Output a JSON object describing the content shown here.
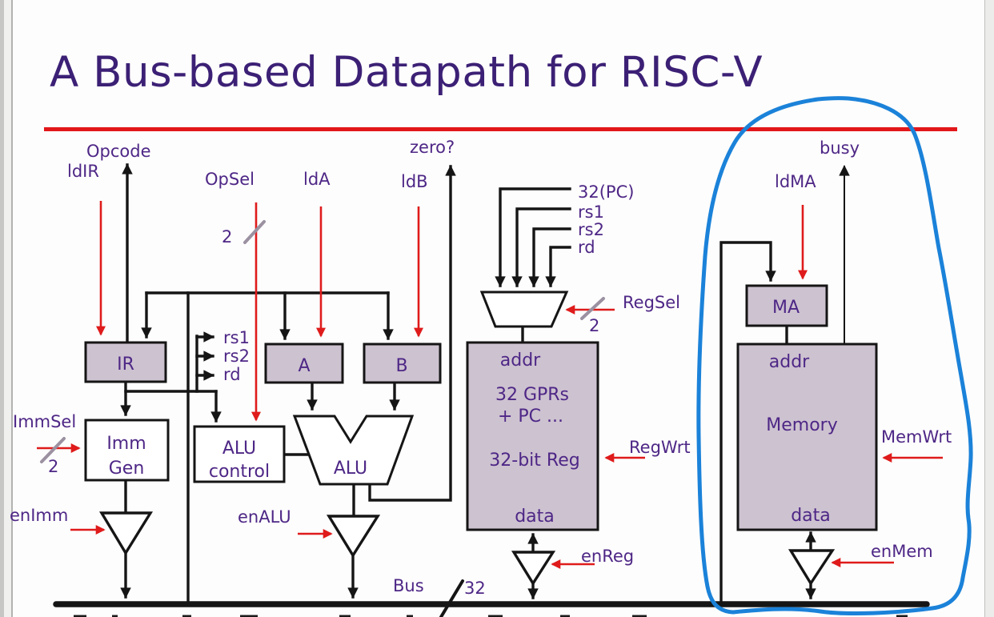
{
  "page": {
    "title": "A Bus-based Datapath for RISC-V"
  },
  "colors": {
    "title_purple": "#3c2075",
    "label_purple": "#4e2786",
    "box_fill": "#cdc2d0",
    "wire_black": "#151515",
    "control_red": "#df1b1b",
    "rule_red": "#e2171a",
    "annotation_blue": "#1b82d9",
    "slash_gray": "#9b91a1"
  },
  "labels": {
    "opcode": "Opcode",
    "ld_ir": "ldIR",
    "op_sel": "OpSel",
    "ld_a": "ldA",
    "ld_b": "ldB",
    "zero": "zero?",
    "busy": "busy",
    "ld_ma": "ldMA",
    "pc_32": "32(PC)",
    "rs1": "rs1",
    "rs2": "rs2",
    "rd": "rd",
    "reg_sel": "RegSel",
    "reg_wrt": "RegWrt",
    "mem_wrt": "MemWrt",
    "imm_sel": "ImmSel",
    "en_imm": "enImm",
    "en_alu": "enALU",
    "en_reg": "enReg",
    "en_mem": "enMem",
    "bus": "Bus",
    "bus_width": "32",
    "sel_width": "2"
  },
  "blocks": {
    "ir": "IR",
    "a": "A",
    "b": "B",
    "imm_gen": {
      "line1": "Imm",
      "line2": "Gen"
    },
    "alu_control": {
      "line1": "ALU",
      "line2": "control"
    },
    "alu": "ALU",
    "ma": "MA",
    "regfile": {
      "addr": "addr",
      "line1": "32 GPRs",
      "line2": "+ PC ...",
      "line3": "32-bit Reg",
      "data": "data"
    },
    "memory": {
      "addr": "addr",
      "name": "Memory",
      "data": "data"
    }
  }
}
